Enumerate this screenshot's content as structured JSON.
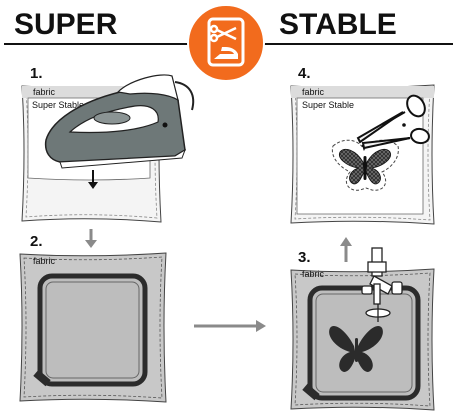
{
  "header": {
    "left_word": "SUPER",
    "right_word": "STABLE"
  },
  "steps": [
    {
      "number": "1.",
      "fabric_label": "fabric",
      "stabilizer_label": "Super Stable"
    },
    {
      "number": "2.",
      "fabric_label": "fabric"
    },
    {
      "number": "3.",
      "fabric_label": "fabric"
    },
    {
      "number": "4.",
      "fabric_label": "fabric",
      "stabilizer_label": "Super Stable"
    }
  ],
  "colors": {
    "brand_orange": "#F26B1D",
    "panel_gray": "#C8C8C8",
    "dark": "#2B2B2B",
    "arrow_gray": "#8A8A8A",
    "iron_gray": "#6E7878"
  },
  "icons": [
    "scissors-icon",
    "iron-icon",
    "butterfly-icon",
    "sewing-machine-foot-icon",
    "arrow-icon"
  ]
}
